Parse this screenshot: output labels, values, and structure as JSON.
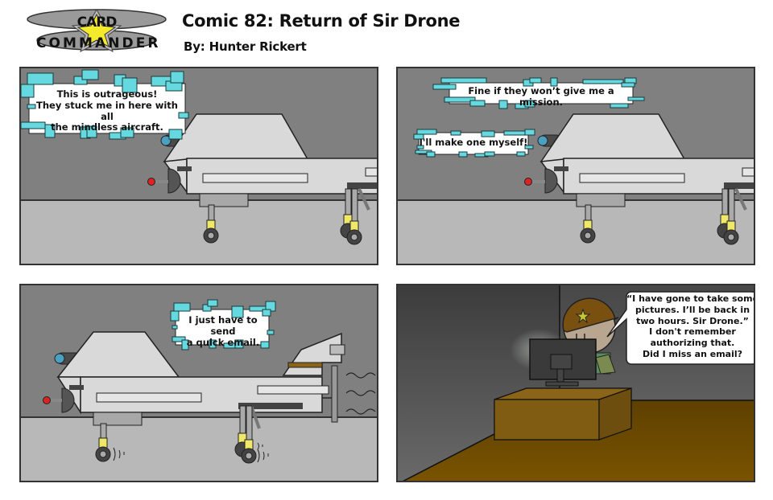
{
  "header": {
    "logo_line1": "CARD",
    "logo_line2": "COMMANDER",
    "title": "Comic 82: Return of Sir Drone",
    "byline": "By: Hunter Rickert"
  },
  "panels": [
    {
      "id": 1,
      "scene": "hangar-drone-side",
      "bubbles": [
        {
          "text": "This is outrageous!\nThey stuck me in here with all\nthe mindless aircraft.",
          "style": "digital"
        }
      ]
    },
    {
      "id": 2,
      "scene": "hangar-drone-side",
      "bubbles": [
        {
          "text": "Fine if they won’t give me a mission.",
          "style": "digital"
        },
        {
          "text": "I'll make one myself!",
          "style": "digital"
        }
      ]
    },
    {
      "id": 3,
      "scene": "hangar-drone-leaving",
      "bubbles": [
        {
          "text": "I just have to send\na quick email.",
          "style": "digital"
        }
      ]
    },
    {
      "id": 4,
      "scene": "office-commander-at-computer",
      "bubbles": [
        {
          "text": "“I have gone to take some\npictures. I’ll be back in\ntwo hours. Sir Drone.”\nI don't remember\nauthorizing that.\nDid I miss an email?",
          "style": "speech"
        }
      ]
    }
  ],
  "colors": {
    "wall": "#808080",
    "floor": "#b8b8b8",
    "drone_body": "#d9d9d9",
    "bubble_pixel": "#66d9e0",
    "gear_yellow": "#f0e868",
    "office_floor": "#7a5200",
    "desk": "#8a6418",
    "helmet": "#7a5010"
  }
}
